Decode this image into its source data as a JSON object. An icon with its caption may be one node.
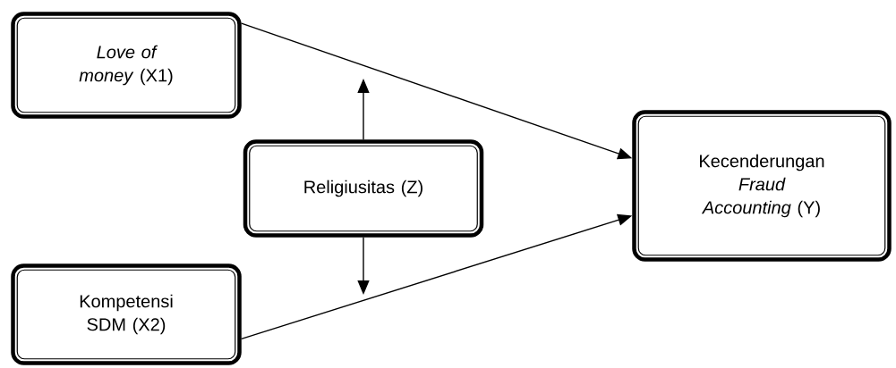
{
  "diagram": {
    "nodes": [
      {
        "text": [
          "*Love of money* (X1)"
        ]
      },
      {
        "text": [
          "Kecenderungan *Fraud Accounting* (Y)"
        ]
      },
      {
        "text": [
          "Religiusitas (Z)"
        ]
      },
      {
        "text": [
          "Kompetensi SDM (X2)"
        ]
      }
    ],
    "edges": [
      {
        "from": 0,
        "to": 1,
        "arrow": "to"
      },
      {
        "from": 3,
        "to": 1,
        "arrow": "to"
      },
      {
        "from": 2,
        "to": null,
        "arrow": "to"
      },
      {
        "from": 2,
        "to": null,
        "arrow": "to"
      }
    ]
  }
}
